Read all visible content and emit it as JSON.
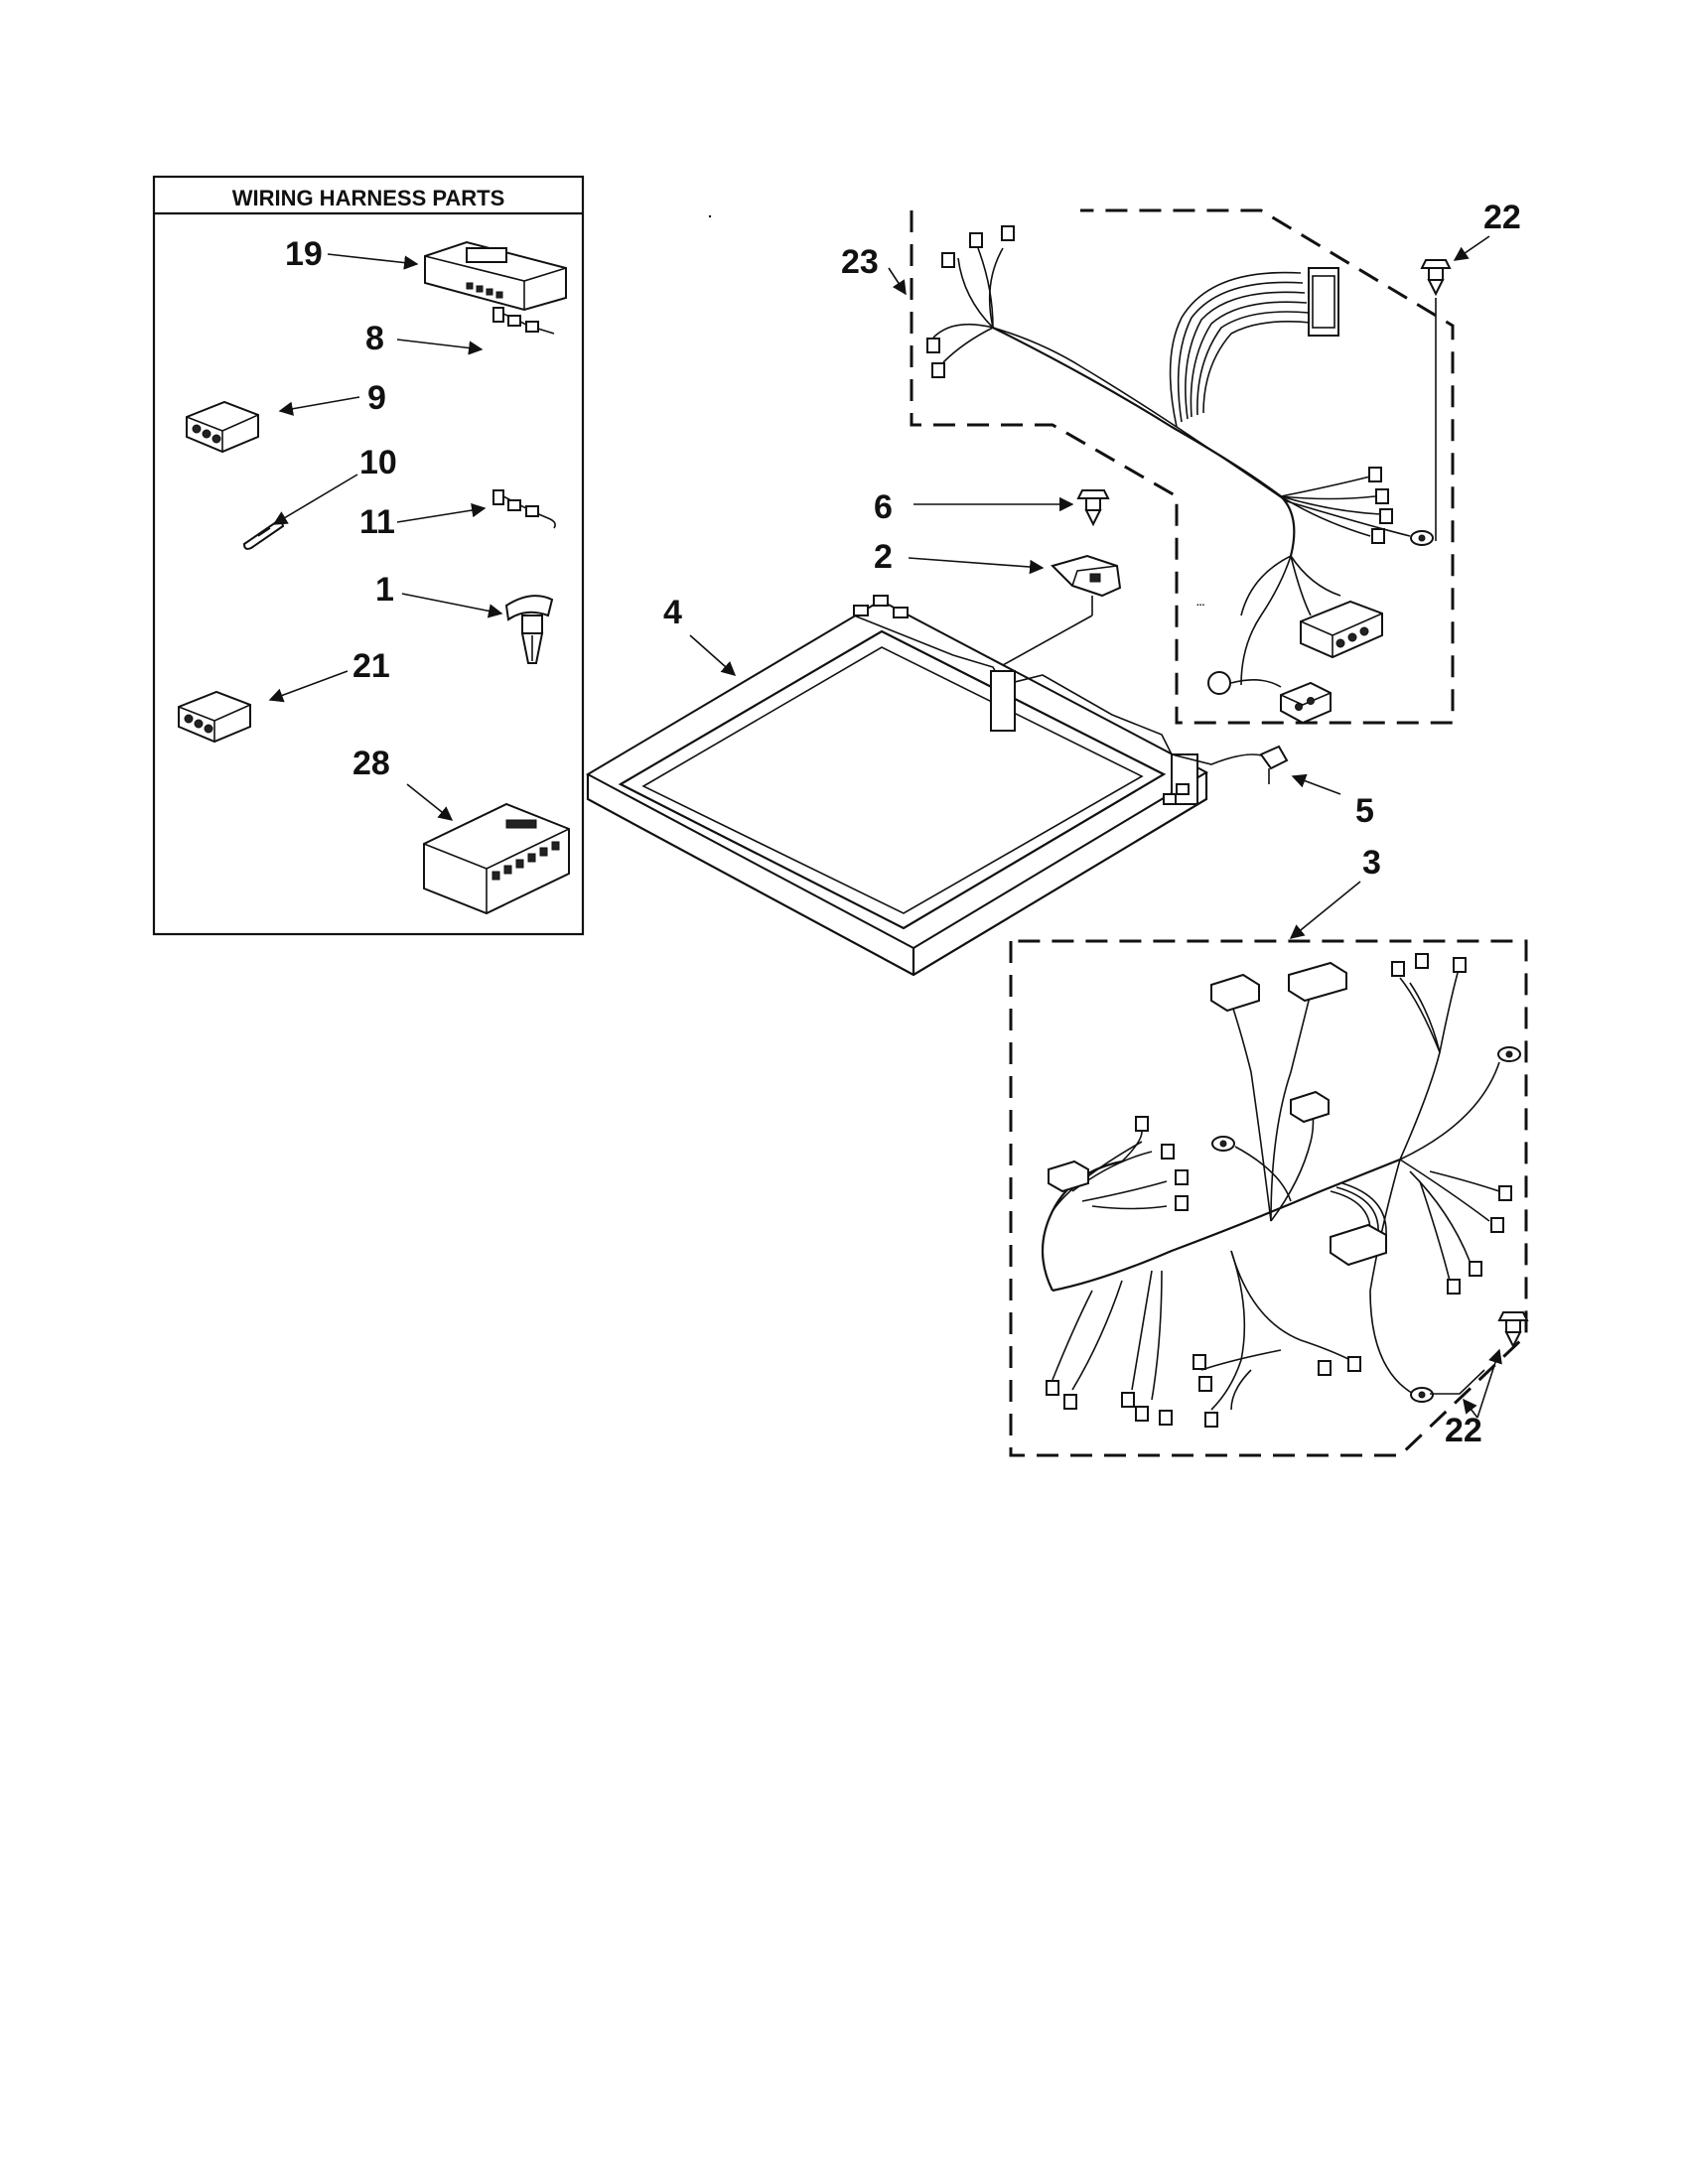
{
  "parts_box": {
    "title": "WIRING HARNESS PARTS",
    "labels": {
      "p19": "19",
      "p8": "8",
      "p9": "9",
      "p10": "10",
      "p11": "11",
      "p1": "1",
      "p21": "21",
      "p28": "28"
    }
  },
  "main": {
    "labels": {
      "p23": "23",
      "p22_top": "22",
      "p6": "6",
      "p2": "2",
      "p4": "4",
      "p5": "5",
      "p3": "3",
      "p22_bottom": "22"
    }
  }
}
